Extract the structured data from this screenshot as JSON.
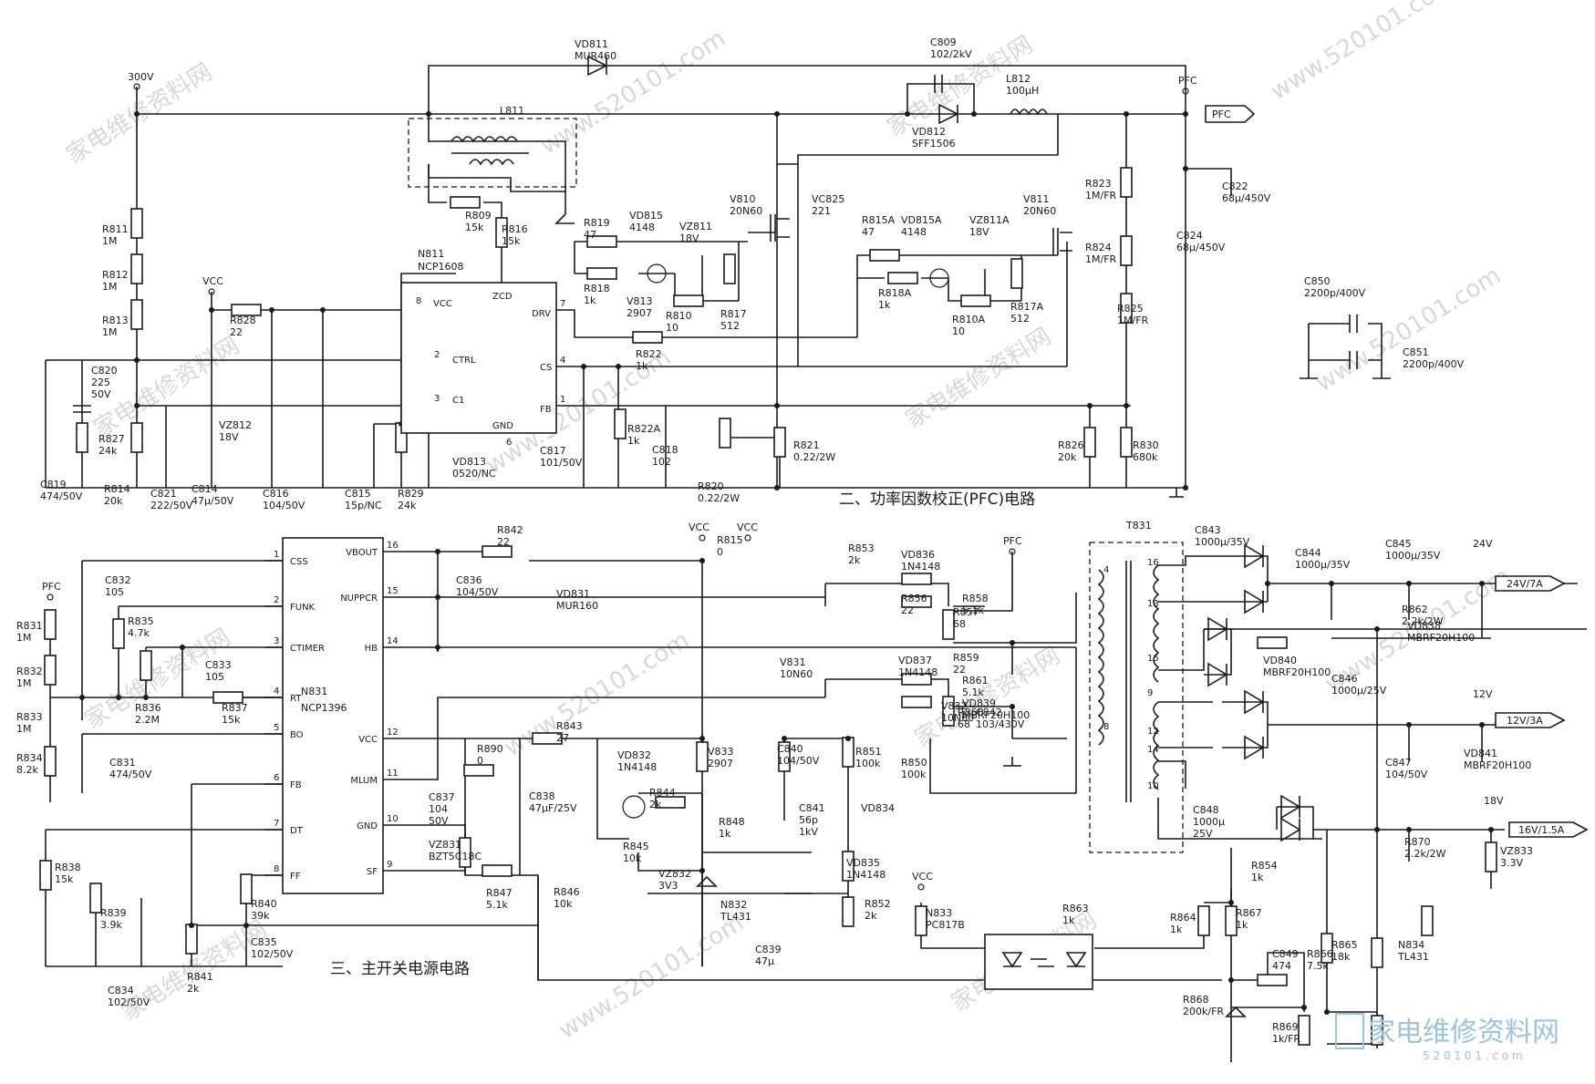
{
  "titles": {
    "pfc": "二、功率因数校正(PFC)电路",
    "main": "三、主开关电源电路"
  },
  "watermark": {
    "cn": "家电维修资料网",
    "url": "www.520101.com",
    "logo": "家电维修资料网",
    "logo_site": "5 2 0 1 0 1 . c o m"
  },
  "nets": {
    "v300": "300V",
    "vcc": "VCC",
    "pfc": "PFC",
    "v24": "24V",
    "v12": "12V",
    "v18": "18V"
  },
  "outputs": {
    "pfc": "PFC",
    "o24": "24V/7A",
    "o12": "12V/3A",
    "o16": "16V/1.5A"
  },
  "ics": {
    "n811": {
      "ref": "N811",
      "part": "NCP1608",
      "pins": [
        {
          "num": "8",
          "name": "VCC"
        },
        {
          "num": "2",
          "name": "CTRL"
        },
        {
          "num": "3",
          "name": "C1"
        },
        {
          "num": "6",
          "name": "GND"
        },
        {
          "num": "",
          "name": "ZCD"
        },
        {
          "num": "7",
          "name": "DRV"
        },
        {
          "num": "4",
          "name": "CS"
        },
        {
          "num": "1",
          "name": "FB"
        }
      ]
    },
    "n831": {
      "ref": "N831",
      "part": "NCP1396",
      "left_pins": [
        {
          "num": "1",
          "name": "CSS"
        },
        {
          "num": "2",
          "name": "FUNK"
        },
        {
          "num": "3",
          "name": "CTIMER"
        },
        {
          "num": "4",
          "name": "RT"
        },
        {
          "num": "5",
          "name": "BO"
        },
        {
          "num": "6",
          "name": "FB"
        },
        {
          "num": "7",
          "name": "DT"
        },
        {
          "num": "8",
          "name": "FF"
        }
      ],
      "right_pins": [
        {
          "num": "16",
          "name": "VBOUT"
        },
        {
          "num": "15",
          "name": "NUPPCR"
        },
        {
          "num": "14",
          "name": "HB"
        },
        {
          "num": "12",
          "name": "VCC"
        },
        {
          "num": "11",
          "name": "MLUM"
        },
        {
          "num": "10",
          "name": "GND"
        },
        {
          "num": "9",
          "name": "SF"
        }
      ]
    }
  },
  "transformer": {
    "ref": "T831",
    "pins": [
      "4",
      "8",
      "16",
      "13",
      "15",
      "9",
      "12",
      "14",
      "10"
    ]
  },
  "pfc_parts": [
    {
      "ref": "VD811",
      "val": "MUR460"
    },
    {
      "ref": "C809",
      "val": "102/2kV"
    },
    {
      "ref": "L812",
      "val": "100μH"
    },
    {
      "ref": "VD812",
      "val": "SFF1506"
    },
    {
      "ref": "L811",
      "val": ""
    },
    {
      "ref": "R809",
      "val": "15k"
    },
    {
      "ref": "R816",
      "val": "15k"
    },
    {
      "ref": "R811",
      "val": "1M"
    },
    {
      "ref": "R812",
      "val": "1M"
    },
    {
      "ref": "R813",
      "val": "1M"
    },
    {
      "ref": "R828",
      "val": "22"
    },
    {
      "ref": "C820",
      "val": "225",
      "val2": "50V"
    },
    {
      "ref": "R827",
      "val": "24k"
    },
    {
      "ref": "VZ812",
      "val": "18V"
    },
    {
      "ref": "C819",
      "val": "474/50V"
    },
    {
      "ref": "R814",
      "val": "20k"
    },
    {
      "ref": "C821",
      "val": "222/50V"
    },
    {
      "ref": "C814",
      "val": "47μ/50V"
    },
    {
      "ref": "C816",
      "val": "104/50V"
    },
    {
      "ref": "C815",
      "val": "15p/NC"
    },
    {
      "ref": "R829",
      "val": "24k"
    },
    {
      "ref": "VD813",
      "val": "0520/NC"
    },
    {
      "ref": "R819",
      "val": "47"
    },
    {
      "ref": "VD815",
      "val": "4148"
    },
    {
      "ref": "VZ811",
      "val": "18V"
    },
    {
      "ref": "R818",
      "val": "1k"
    },
    {
      "ref": "V813",
      "val": "2907"
    },
    {
      "ref": "R810",
      "val": "10"
    },
    {
      "ref": "R817",
      "val": "512"
    },
    {
      "ref": "V810",
      "val": "20N60"
    },
    {
      "ref": "VC825",
      "val": "221"
    },
    {
      "ref": "R815A",
      "val": "47"
    },
    {
      "ref": "VD815A",
      "val": "4148"
    },
    {
      "ref": "VZ811A",
      "val": "18V"
    },
    {
      "ref": "R818A",
      "val": "1k"
    },
    {
      "ref": "R810A",
      "val": "10"
    },
    {
      "ref": "R817A",
      "val": "512"
    },
    {
      "ref": "V811",
      "val": "20N60"
    },
    {
      "ref": "R822",
      "val": "1k"
    },
    {
      "ref": "R822A",
      "val": "1k"
    },
    {
      "ref": "C817",
      "val": "101/50V"
    },
    {
      "ref": "C818",
      "val": "102"
    },
    {
      "ref": "R820",
      "val": "0.22/2W"
    },
    {
      "ref": "R821",
      "val": "0.22/2W"
    },
    {
      "ref": "R823",
      "val": "1M/FR"
    },
    {
      "ref": "R824",
      "val": "1M/FR"
    },
    {
      "ref": "R825",
      "val": "1M/FR"
    },
    {
      "ref": "R826",
      "val": "20k"
    },
    {
      "ref": "R830",
      "val": "680k"
    },
    {
      "ref": "C822",
      "val": "68μ/450V"
    },
    {
      "ref": "C824",
      "val": "68μ/450V"
    },
    {
      "ref": "C850",
      "val": "2200p/400V"
    },
    {
      "ref": "C851",
      "val": "2200p/400V"
    }
  ],
  "main_parts": [
    {
      "ref": "C832",
      "val": "105"
    },
    {
      "ref": "R831",
      "val": "1M"
    },
    {
      "ref": "R832",
      "val": "1M"
    },
    {
      "ref": "R833",
      "val": "1M"
    },
    {
      "ref": "R834",
      "val": "8.2k"
    },
    {
      "ref": "C831",
      "val": "474/50V"
    },
    {
      "ref": "R835",
      "val": "4.7k"
    },
    {
      "ref": "R836",
      "val": "2.2M"
    },
    {
      "ref": "C833",
      "val": "105"
    },
    {
      "ref": "R837",
      "val": "15k"
    },
    {
      "ref": "R838",
      "val": "15k"
    },
    {
      "ref": "R839",
      "val": "3.9k"
    },
    {
      "ref": "C834",
      "val": "102/50V"
    },
    {
      "ref": "R841",
      "val": "2k"
    },
    {
      "ref": "R840",
      "val": "39k"
    },
    {
      "ref": "C835",
      "val": "102/50V"
    },
    {
      "ref": "R842",
      "val": "22"
    },
    {
      "ref": "VD831",
      "val": "MUR160"
    },
    {
      "ref": "C836",
      "val": "104/50V"
    },
    {
      "ref": "R815",
      "val": "0"
    },
    {
      "ref": "R843",
      "val": "27"
    },
    {
      "ref": "R890",
      "val": "0"
    },
    {
      "ref": "C837",
      "val": "104",
      "val2": "50V"
    },
    {
      "ref": "C838",
      "val": "47μF/25V"
    },
    {
      "ref": "VZ831",
      "val": "BZT5C18C"
    },
    {
      "ref": "R847",
      "val": "5.1k"
    },
    {
      "ref": "R846",
      "val": "10k"
    },
    {
      "ref": "VD832",
      "val": "1N4148"
    },
    {
      "ref": "R844",
      "val": "2k"
    },
    {
      "ref": "R845",
      "val": "10k"
    },
    {
      "ref": "V833",
      "val": "2907"
    },
    {
      "ref": "R848",
      "val": "1k"
    },
    {
      "ref": "VZ832",
      "val": "3V3"
    },
    {
      "ref": "N832",
      "val": "TL431"
    },
    {
      "ref": "C839",
      "val": "47μ"
    },
    {
      "ref": "C840",
      "val": "104/50V"
    },
    {
      "ref": "R851",
      "val": "100k"
    },
    {
      "ref": "R850",
      "val": "100k"
    },
    {
      "ref": "C841",
      "val": "56p",
      "val2": "1kV"
    },
    {
      "ref": "VD834",
      "val": ""
    },
    {
      "ref": "VD835",
      "val": "1N4148"
    },
    {
      "ref": "R852",
      "val": "2k"
    },
    {
      "ref": "R853",
      "val": "2k"
    },
    {
      "ref": "VD836",
      "val": "1N4148"
    },
    {
      "ref": "R856",
      "val": "22"
    },
    {
      "ref": "R857",
      "val": "68"
    },
    {
      "ref": "R858",
      "val": "5.1k"
    },
    {
      "ref": "V831",
      "val": "10N60"
    },
    {
      "ref": "VD837",
      "val": "1N4148"
    },
    {
      "ref": "R859",
      "val": "22"
    },
    {
      "ref": "R860",
      "val": "68"
    },
    {
      "ref": "R861",
      "val": "5.1k"
    },
    {
      "ref": "V832",
      "val": "10N60"
    },
    {
      "ref": "C842",
      "val": "103/430V"
    },
    {
      "ref": "VD839",
      "val": "MBRF20H100"
    },
    {
      "ref": "C843",
      "val": "1000μ/35V"
    },
    {
      "ref": "C844",
      "val": "1000μ/35V"
    },
    {
      "ref": "C845",
      "val": "1000μ/35V"
    },
    {
      "ref": "R862",
      "val": "2.2k/2W"
    },
    {
      "ref": "VD838",
      "val": "MBRF20H100"
    },
    {
      "ref": "VD840",
      "val": "MBRF20H100"
    },
    {
      "ref": "C846",
      "val": "1000μ/25V"
    },
    {
      "ref": "C847",
      "val": "104/50V"
    },
    {
      "ref": "VD841",
      "val": "MBRF20H100"
    },
    {
      "ref": "C848",
      "val": "1000μ",
      "val2": "25V"
    },
    {
      "ref": "R870",
      "val": "2.2k/2W"
    },
    {
      "ref": "VZ833",
      "val": "3.3V"
    },
    {
      "ref": "R854",
      "val": "1k"
    },
    {
      "ref": "N833",
      "val": "PC817B"
    },
    {
      "ref": "R863",
      "val": "1k"
    },
    {
      "ref": "R864",
      "val": "1k"
    },
    {
      "ref": "R867",
      "val": "1k"
    },
    {
      "ref": "C849",
      "val": "474"
    },
    {
      "ref": "R866",
      "val": "7.5k"
    },
    {
      "ref": "R865",
      "val": "18k"
    },
    {
      "ref": "N834",
      "val": "TL431"
    },
    {
      "ref": "R868",
      "val": "200k/FR"
    },
    {
      "ref": "R869",
      "val": "1k/FR"
    }
  ]
}
